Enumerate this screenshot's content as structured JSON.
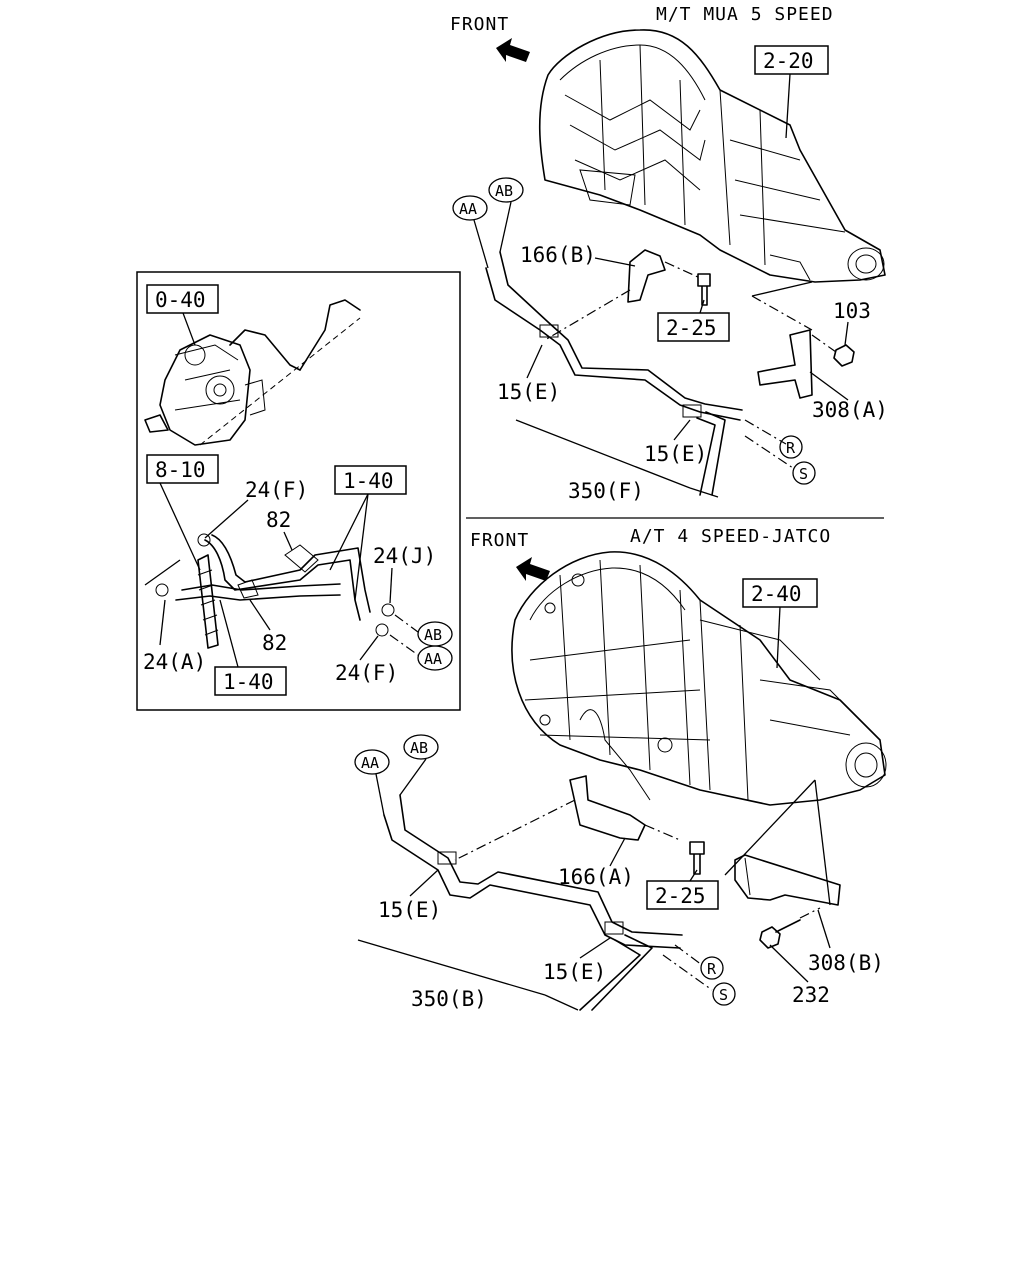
{
  "headers": {
    "mt_title": "M/T MUA 5 SPEED",
    "at_title": "A/T 4 SPEED-JATCO",
    "front_top": "FRONT",
    "front_bottom": "FRONT"
  },
  "ref_boxes": {
    "mt_trans": "2-20",
    "mt_bolt": "2-25",
    "pump": "0-40",
    "filter": "8-10",
    "hose_upper": "1-40",
    "hose_lower": "1-40",
    "at_trans": "2-40",
    "at_bolt": "2-25"
  },
  "callouts": {
    "aa_top": "AA",
    "ab_top": "AB",
    "r_top": "R",
    "s_top": "S",
    "ab_inset": "AB",
    "aa_inset": "AA",
    "aa_bottom": "AA",
    "ab_bottom": "AB",
    "r_bottom": "R",
    "s_bottom": "S"
  },
  "labels": {
    "p166b": "166(B)",
    "p103": "103",
    "p15e_top_left": "15(E)",
    "p308a": "308(A)",
    "p15e_top_right": "15(E)",
    "p350f": "350(F)",
    "p24f_upper": "24(F)",
    "p82_upper": "82",
    "p24j": "24(J)",
    "p82_lower": "82",
    "p24a": "24(A)",
    "p24f_lower": "24(F)",
    "p166a": "166(A)",
    "p15e_bottom_left": "15(E)",
    "p308b": "308(B)",
    "p15e_bottom_right": "15(E)",
    "p350b": "350(B)",
    "p232": "232"
  }
}
